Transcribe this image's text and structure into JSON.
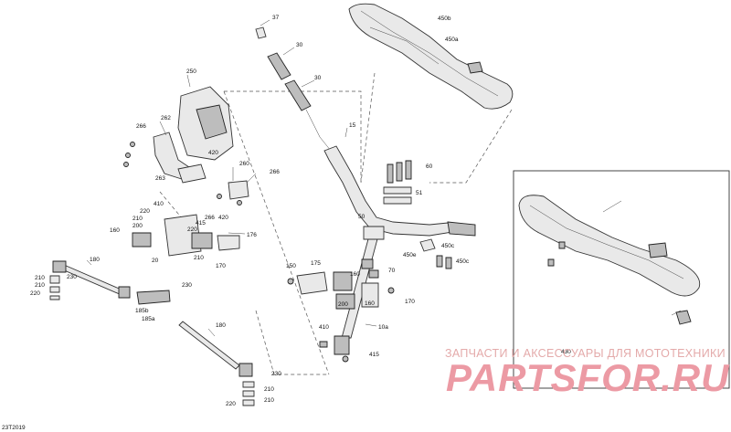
{
  "diagram_code": "23T2019",
  "labels": {
    "l37": "37",
    "l30a": "30",
    "l30b": "30",
    "l450b": "450b",
    "l450a": "450a",
    "l250": "250",
    "l266a": "266",
    "l262": "262",
    "l420a": "420",
    "l263": "263",
    "l260": "260",
    "l266b": "266",
    "l266c": "266",
    "l420b": "420",
    "l410a": "410",
    "l220a": "220",
    "l210a": "210",
    "l200a": "200",
    "l160a": "160",
    "l415a": "415",
    "l20": "20",
    "l220b": "220",
    "l210b": "210",
    "l170a": "170",
    "l176": "176",
    "l180a": "180",
    "l210c": "210",
    "l230a": "230",
    "l220c": "220",
    "l230b": "230",
    "l185b": "185b",
    "l185a": "185a",
    "l180b": "180",
    "l230c": "230",
    "l210d": "210",
    "l220d": "220",
    "l210e": "210",
    "l15": "15",
    "l60": "60",
    "l51": "51",
    "l50": "50",
    "l450c": "450c",
    "l450e": "450e",
    "l450f": "450c",
    "l150": "150",
    "l175": "175",
    "l160b": "160",
    "l70": "70",
    "l200b": "200",
    "l160c": "160",
    "l170b": "170",
    "l10a": "10a",
    "l410b": "410",
    "l415b": "415",
    "l430": "430"
  },
  "watermark": {
    "text": "ЗАПЧАСТИ И АКСЕССУАРЫ ДЛЯ МОТОТЕХНИКИ",
    "logo": "PARTSFOR.RU"
  },
  "colors": {
    "line": "#333333",
    "part_fill": "#e9e9e9",
    "watermark": "#ec9aa4"
  }
}
